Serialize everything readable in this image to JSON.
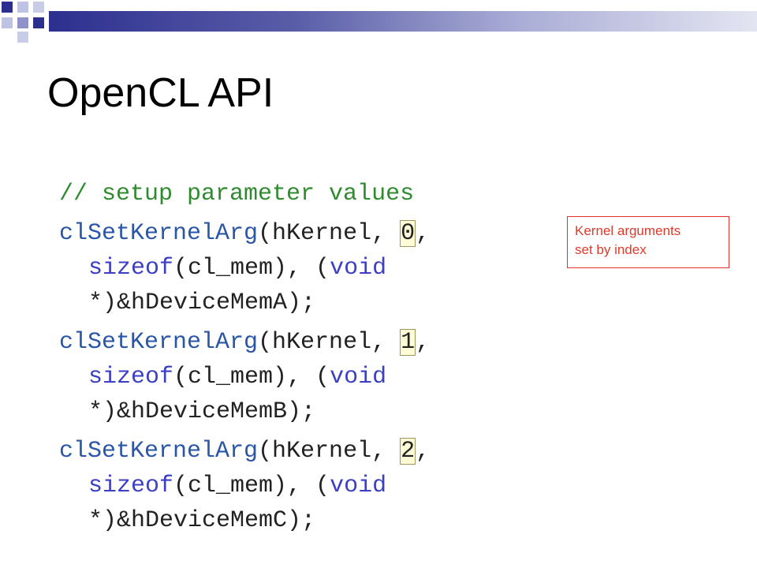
{
  "title": "OpenCL API",
  "code": {
    "comment": "// setup parameter values",
    "calls": [
      {
        "fn": "clSetKernelArg",
        "open": "(hKernel, ",
        "index": "0",
        "after_index": ",",
        "sizeof": "sizeof",
        "sizeof_arg": "(cl_mem), (",
        "void": "void",
        "tail": "*)&hDeviceMemA);"
      },
      {
        "fn": "clSetKernelArg",
        "open": "(hKernel, ",
        "index": "1",
        "after_index": ",",
        "sizeof": "sizeof",
        "sizeof_arg": "(cl_mem), (",
        "void": "void",
        "tail": "*)&hDeviceMemB);"
      },
      {
        "fn": "clSetKernelArg",
        "open": "(hKernel, ",
        "index": "2",
        "after_index": ",",
        "sizeof": "sizeof",
        "sizeof_arg": "(cl_mem), (",
        "void": "void",
        "tail": "*)&hDeviceMemC);"
      }
    ]
  },
  "callout": {
    "line1": "Kernel arguments",
    "line2": "set by index"
  },
  "colors": {
    "comment": "#2e8b2e",
    "function": "#2a56a8",
    "keyword": "#3b3fc4",
    "callout": "#e23030",
    "highlight": "#fdfcd6"
  }
}
